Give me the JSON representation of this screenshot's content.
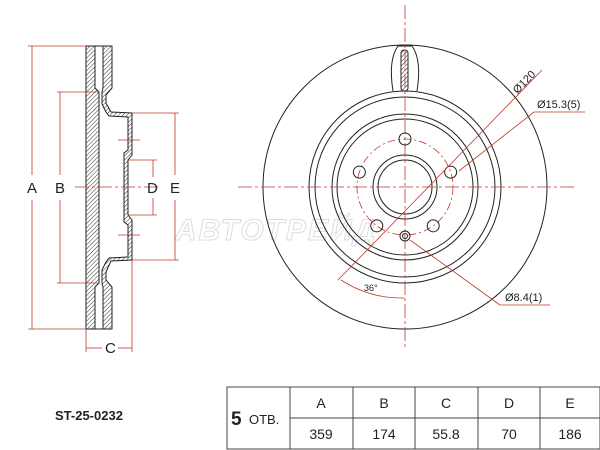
{
  "part_number": "ST-25-0232",
  "watermark": "АВТОТРЕЙД",
  "side_view_labels": {
    "a": "A",
    "b": "B",
    "c": "C",
    "d": "D",
    "e": "E"
  },
  "front_view_notes": {
    "pcd": "Ø120",
    "bolt_holes": "Ø15.3(5)",
    "small_hole": "Ø8.4(1)",
    "angle": "36°"
  },
  "table": {
    "holes_count": "5",
    "holes_label": "ОТВ.",
    "headers": [
      "A",
      "B",
      "C",
      "D",
      "E"
    ],
    "values": [
      "359",
      "174",
      "55.8",
      "70",
      "186"
    ]
  },
  "colors": {
    "dimension": "#c0392b",
    "outline": "#222222"
  }
}
